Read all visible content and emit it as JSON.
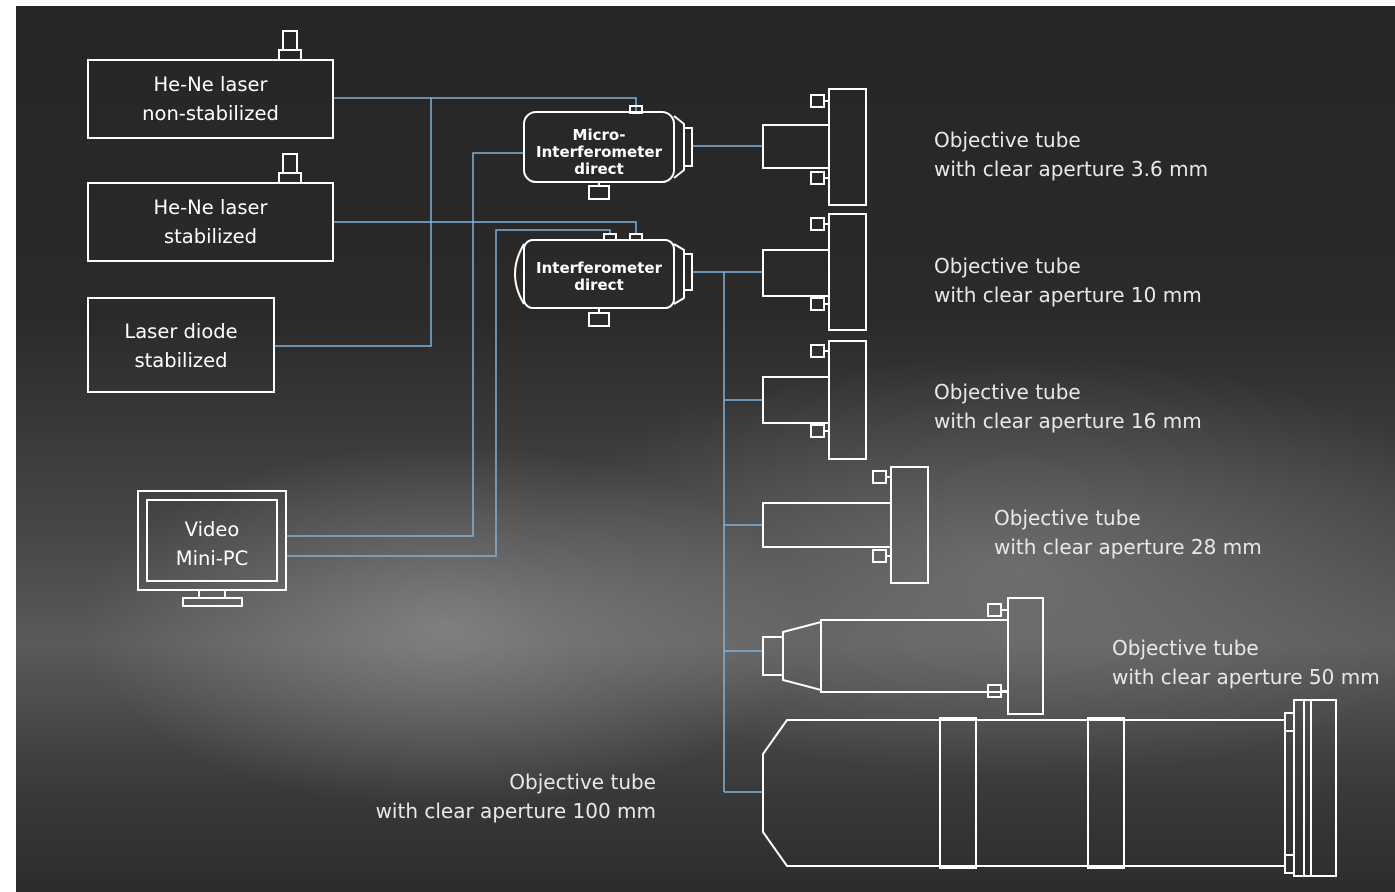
{
  "sources": {
    "hene_nonstab": [
      "He-Ne laser",
      "non-stabilized"
    ],
    "hene_stab": [
      "He-Ne laser",
      "stabilized"
    ],
    "diode": [
      "Laser diode",
      "stabilized"
    ]
  },
  "pc": [
    "Video",
    "Mini-PC"
  ],
  "interferometers": {
    "micro": [
      "Micro-",
      "Interferometer",
      "direct"
    ],
    "standard": [
      "Interferometer",
      "direct"
    ]
  },
  "objectives": [
    {
      "title": "Objective tube",
      "aperture": "with clear aperture 3.6 mm"
    },
    {
      "title": "Objective tube",
      "aperture": "with clear aperture 10 mm"
    },
    {
      "title": "Objective tube",
      "aperture": "with clear aperture 16 mm"
    },
    {
      "title": "Objective tube",
      "aperture": "with clear aperture 28 mm"
    },
    {
      "title": "Objective tube",
      "aperture": "with clear aperture 50 mm"
    },
    {
      "title": "Objective tube",
      "aperture": "with clear aperture 100 mm"
    }
  ],
  "colors": {
    "line": "#ffffff",
    "cable": "#7fb2dc",
    "background": "#2a2a2a"
  }
}
